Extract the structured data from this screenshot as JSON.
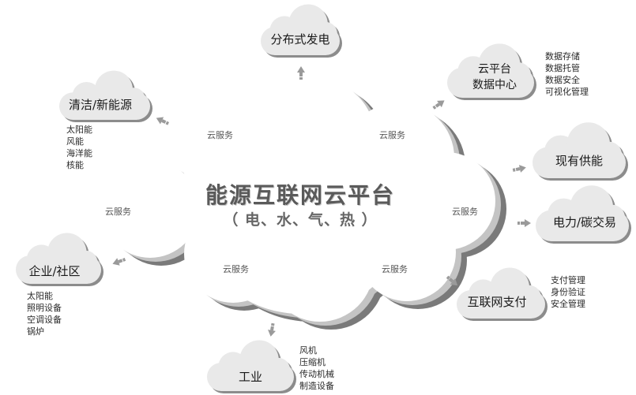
{
  "center": {
    "title": "能源互联网云平台",
    "subtitle": "（ 电、水、气、热 ）",
    "services": [
      "云服务",
      "云服务",
      "云服务",
      "云服务",
      "云服务",
      "云服务"
    ]
  },
  "nodes": {
    "distributed": {
      "label": "分布式发电"
    },
    "clean": {
      "label": "清洁/新能源",
      "items": [
        "太阳能",
        "风能",
        "海洋能",
        "核能"
      ]
    },
    "cloud_dc": {
      "line1": "云平台",
      "line2": "数据中心",
      "items": [
        "数据存储",
        "数据托管",
        "数据安全",
        "可视化管理"
      ]
    },
    "supply": {
      "label": "现有供能"
    },
    "power": {
      "label": "电力/碳交易"
    },
    "enterprise": {
      "label": "企业/社区",
      "items": [
        "太阳能",
        "照明设备",
        "空调设备",
        "锅炉"
      ]
    },
    "payment": {
      "label": "互联网支付",
      "items": [
        "支付管理",
        "身份验证",
        "安全管理"
      ]
    },
    "industry": {
      "label": "工业",
      "items": [
        "风机",
        "压缩机",
        "传动机械",
        "制造设备"
      ]
    }
  },
  "colors": {
    "cloud_fill": "#e9e9e9",
    "cloud_shadow": "#8c8c8c",
    "main_fill": "#ffffff",
    "arrow": "#9a9a9a"
  }
}
